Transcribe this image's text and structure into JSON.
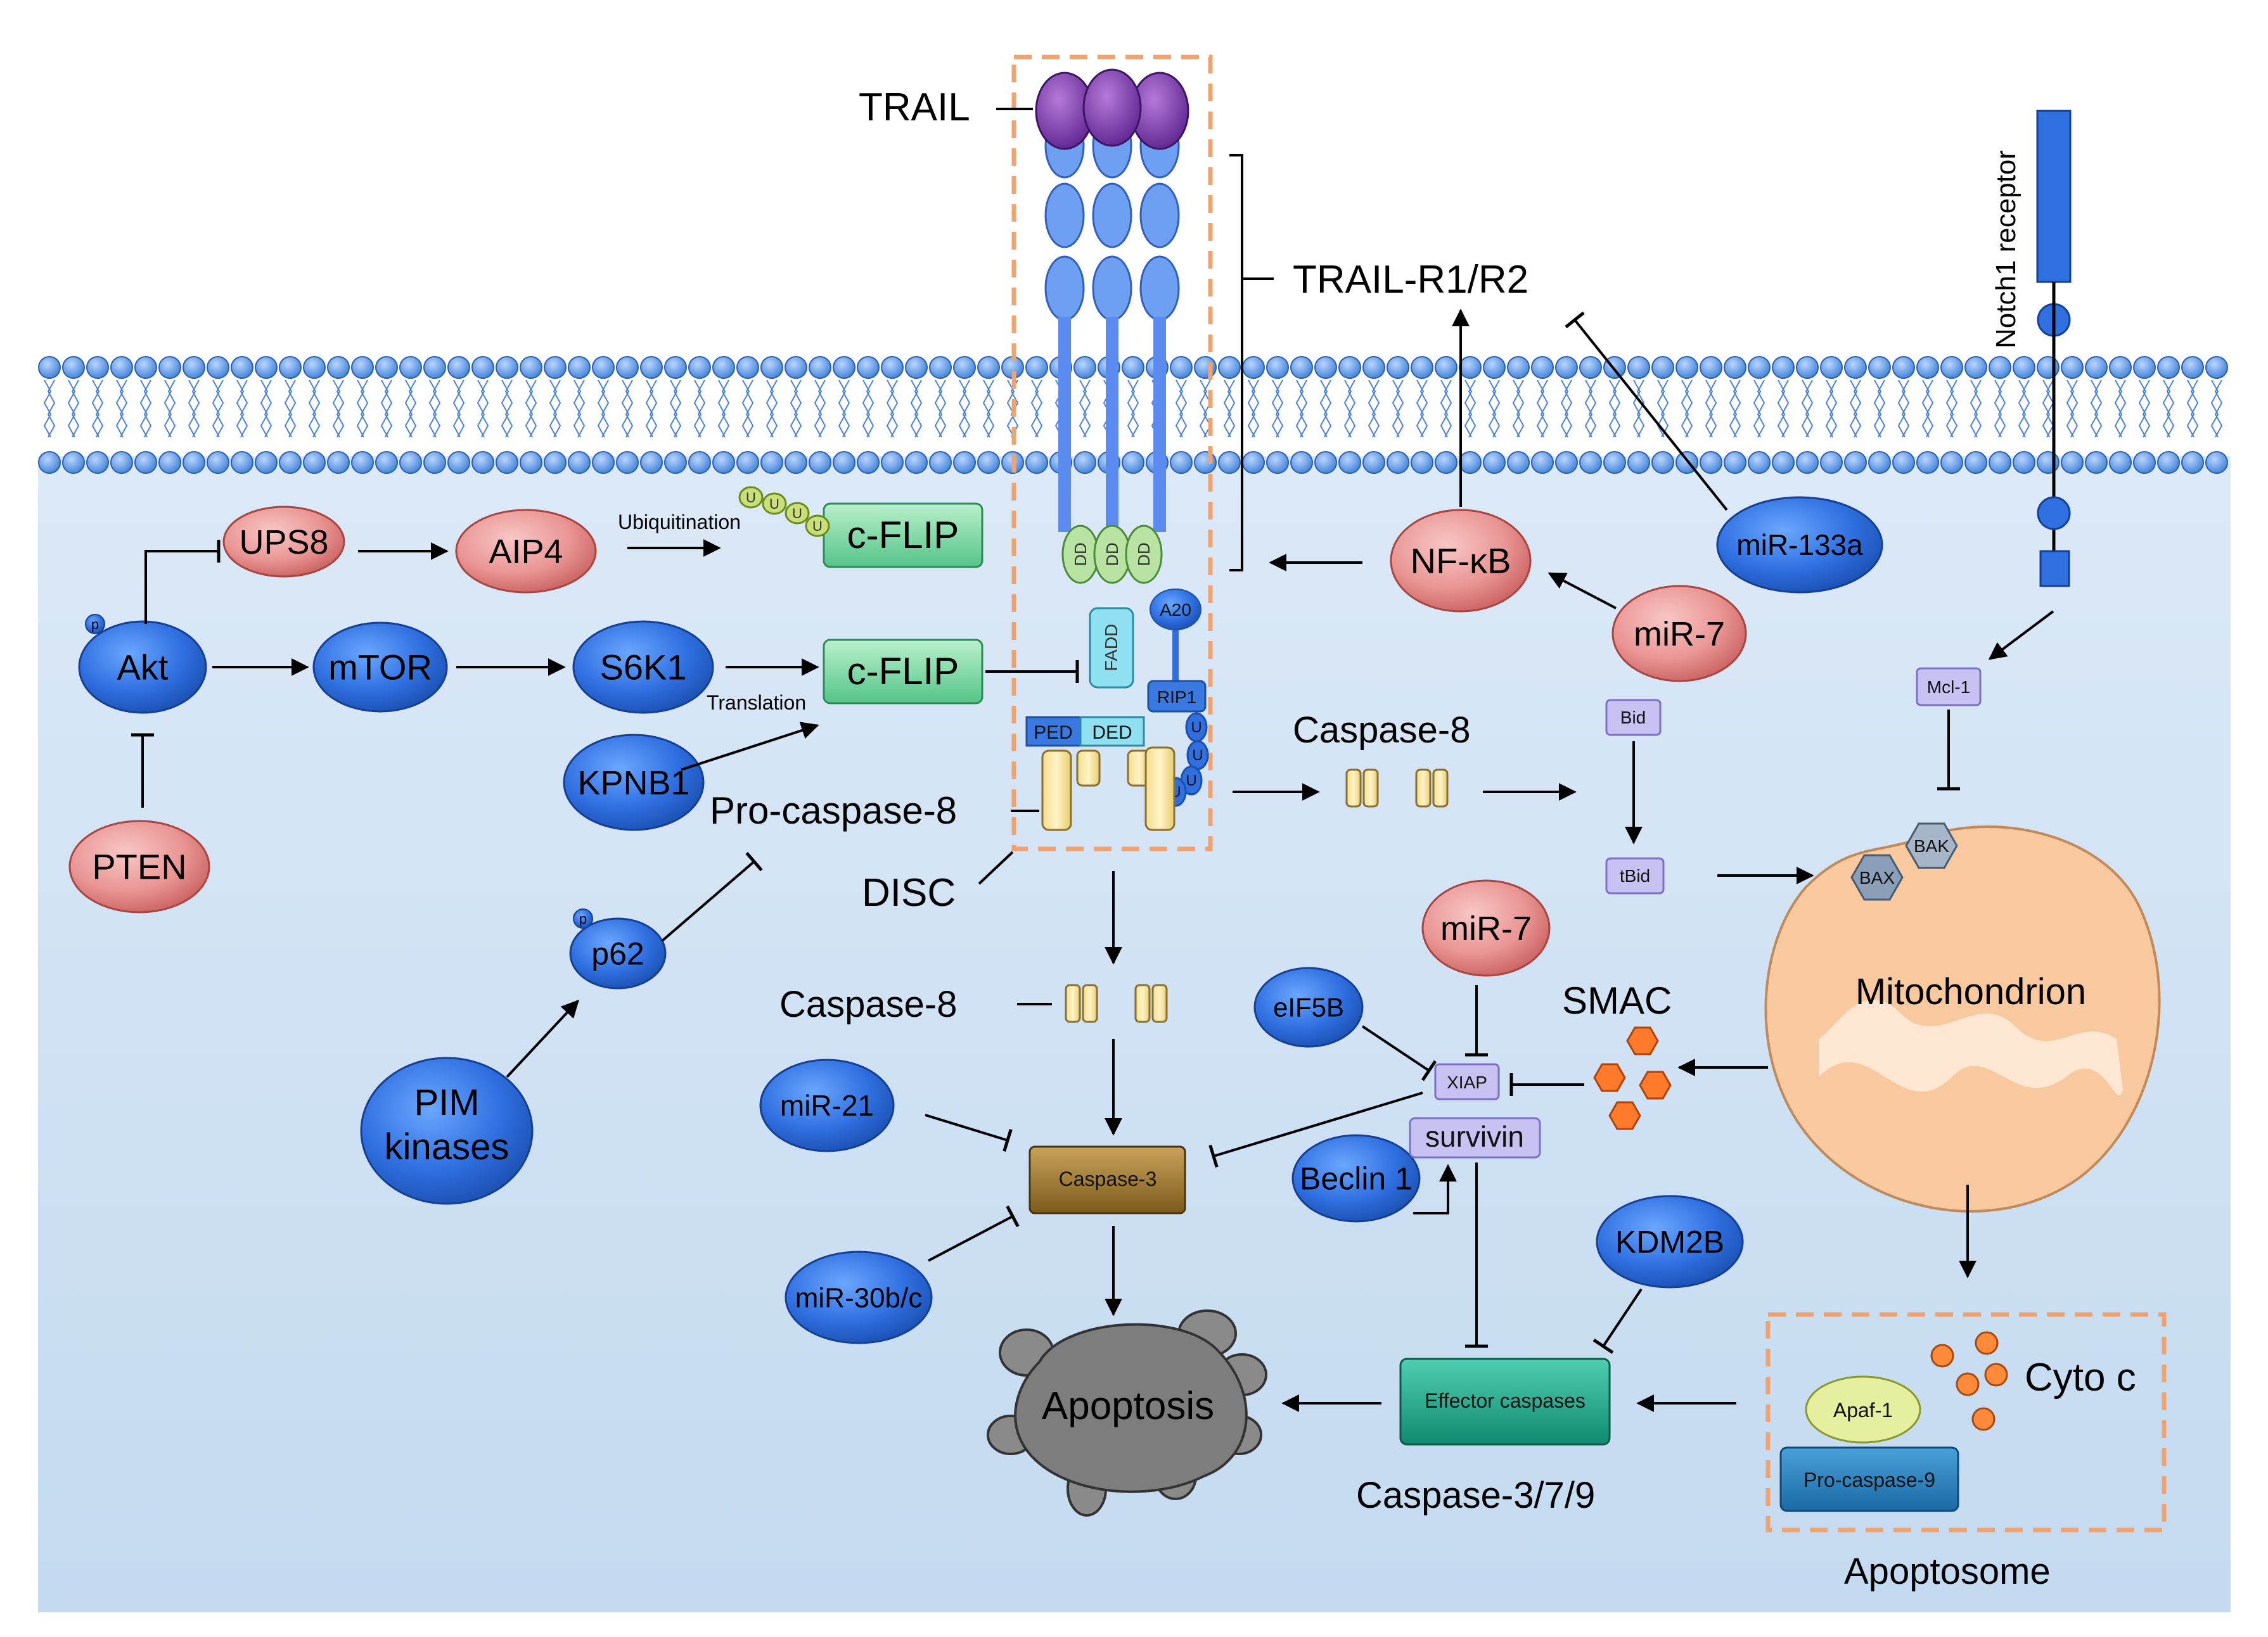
{
  "labels": {
    "trail": "TRAIL",
    "trail_receptor": "TRAIL-R1/R2",
    "disc": "DISC",
    "pro_caspase8": "Pro-caspase-8",
    "caspase8_right": "Caspase-8",
    "caspase8_center": "Caspase-8",
    "ubiquitination": "Ubiquitination",
    "translation": "Translation",
    "notch1": "Notch1 receptor",
    "smac": "SMAC",
    "caspase379": "Caspase-3/7/9",
    "apoptosome": "Apoptosome",
    "cyto_c": "Cyto c"
  },
  "nodes": {
    "akt": "Akt",
    "ups8": "UPS8",
    "aip4": "AIP4",
    "mtor": "mTOR",
    "s6k1": "S6K1",
    "kpnb1": "KPNB1",
    "pten": "PTEN",
    "p62": "p62",
    "pim": [
      "PIM",
      "kinases"
    ],
    "mir21": "miR-21",
    "mir30": "miR-30b/c",
    "nfkb": "NF-κB",
    "mir133a": "miR-133a",
    "mir7_top": "miR-7",
    "mir7_mid": "miR-7",
    "eif5b": "eIF5B",
    "beclin1": "Beclin 1",
    "kdm2b": "KDM2B",
    "mitochondrion": "Mitochondrion",
    "apoptosis": "Apoptosis",
    "phospho": "p"
  },
  "boxes": {
    "cflip_top": "c-FLIP",
    "cflip_mid": "c-FLIP",
    "caspase3": "Caspase-3",
    "effector": "Effector caspases",
    "xiap": "XIAP",
    "survivin": "survivin",
    "bid": "Bid",
    "tbid": "tBid",
    "mcl1": "Mcl-1",
    "apaf1": "Apaf-1",
    "procasp9": "Pro-caspase-9",
    "bax": "BAX",
    "bak": "BAK"
  },
  "disc_parts": {
    "dd": "DD",
    "fadd": "FADD",
    "ped": "PED",
    "ded": "DED",
    "a20": "A20",
    "rip1": "RIP1",
    "ubiquitin": "U"
  },
  "colors": {
    "blue_node": "#2f6fe0",
    "red_node": "#e99593",
    "green_box": "#7fd8a3",
    "cytoplasm": "#d6e6f5",
    "membrane_bead": "#6aa2e8",
    "disc_border": "#f2a36d",
    "caspase3_box": "#a07a2e",
    "effector_box": "#1fa58a",
    "lavender_box": "#c8c2f3",
    "mitochondrion": "#f8c89f"
  }
}
